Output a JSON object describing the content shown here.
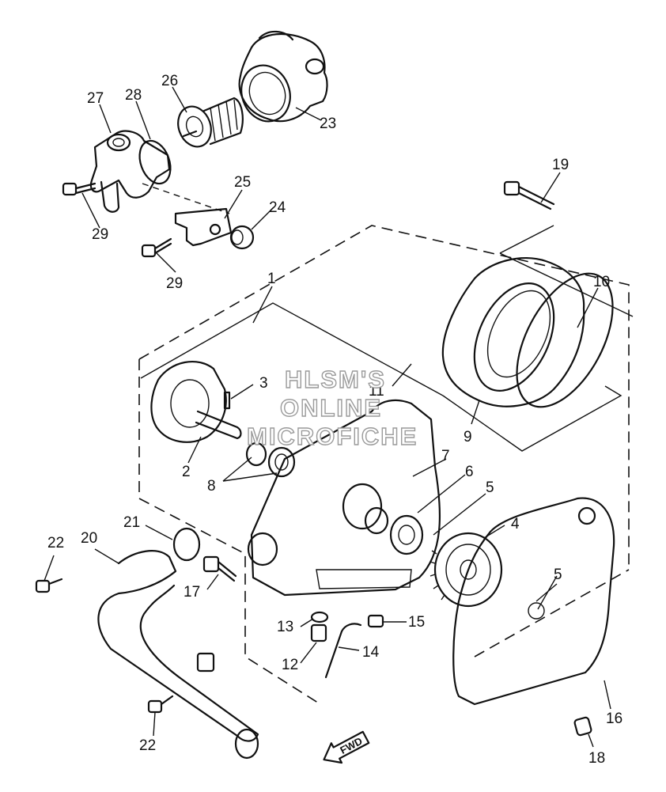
{
  "watermark": {
    "line1": "HLSM'S",
    "line2": "ONLINE",
    "line3": "MICROFICHE"
  },
  "direction_arrow": {
    "label": "FWD"
  },
  "callouts": {
    "c1": "1",
    "c2": "2",
    "c3": "3",
    "c4": "4",
    "c5a": "5",
    "c5b": "5",
    "c6": "6",
    "c7": "7",
    "c8": "8",
    "c9": "9",
    "c10": "10",
    "c11": "11",
    "c12": "12",
    "c13": "13",
    "c14": "14",
    "c15": "15",
    "c16": "16",
    "c17": "17",
    "c18": "18",
    "c19": "19",
    "c20": "20",
    "c21": "21",
    "c22a": "22",
    "c22b": "22",
    "c23": "23",
    "c24": "24",
    "c25": "25",
    "c26": "26",
    "c27": "27",
    "c28": "28",
    "c29a": "29",
    "c29b": "29"
  }
}
